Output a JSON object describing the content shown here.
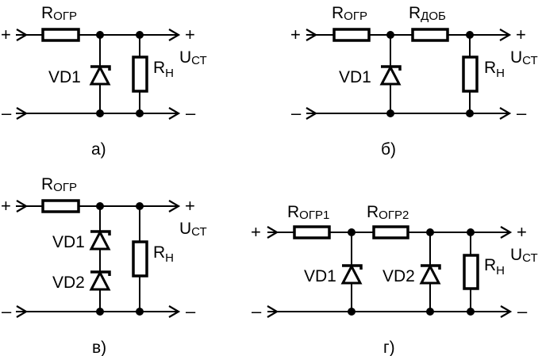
{
  "figure": {
    "description": "Parametric zener-diode voltage stabilizer circuit variants",
    "diagrams": [
      {
        "id": "a",
        "caption": "а)",
        "input_plus": "+",
        "input_minus": "–",
        "output_plus": "+",
        "output_minus": "–",
        "output_label_main": "U",
        "output_label_sub": "СТ",
        "resistors": [
          {
            "main": "R",
            "sub": "ОГР"
          },
          {
            "main": "R",
            "sub": "Н"
          }
        ],
        "diodes": [
          {
            "label": "VD1"
          }
        ]
      },
      {
        "id": "b",
        "caption": "б)",
        "input_plus": "+",
        "input_minus": "–",
        "output_plus": "+",
        "output_minus": "–",
        "output_label_main": "U",
        "output_label_sub": "СТ",
        "resistors": [
          {
            "main": "R",
            "sub": "ОГР"
          },
          {
            "main": "R",
            "sub": "ДОБ"
          },
          {
            "main": "R",
            "sub": "Н"
          }
        ],
        "diodes": [
          {
            "label": "VD1"
          }
        ]
      },
      {
        "id": "c",
        "caption": "в)",
        "input_plus": "+",
        "input_minus": "–",
        "output_plus": "+",
        "output_minus": "–",
        "output_label_main": "U",
        "output_label_sub": "СТ",
        "resistors": [
          {
            "main": "R",
            "sub": "ОГР"
          },
          {
            "main": "R",
            "sub": "Н"
          }
        ],
        "diodes": [
          {
            "label": "VD1"
          },
          {
            "label": "VD2"
          }
        ]
      },
      {
        "id": "d",
        "caption": "г)",
        "input_plus": "+",
        "input_minus": "–",
        "output_plus": "+",
        "output_minus": "–",
        "output_label_main": "U",
        "output_label_sub": "СТ",
        "resistors": [
          {
            "main": "R",
            "sub": "ОГР1"
          },
          {
            "main": "R",
            "sub": "ОГР2"
          },
          {
            "main": "R",
            "sub": "Н"
          }
        ],
        "diodes": [
          {
            "label": "VD1"
          },
          {
            "label": "VD2"
          }
        ]
      }
    ]
  }
}
